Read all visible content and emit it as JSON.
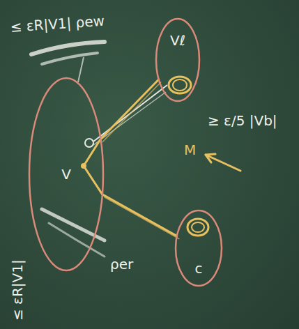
{
  "diagram": {
    "nodes": [
      {
        "text": [
          "V"
        ]
      },
      {
        "text": [
          "Vℓ"
        ]
      },
      {
        "text": [
          "c"
        ]
      }
    ],
    "edges": [
      {
        "from": 0,
        "to": 1,
        "arrow": "none"
      },
      {
        "from": 0,
        "to": 2,
        "arrow": "none"
      }
    ],
    "labels": [
      "≤ εR|V1| ρew",
      "≥ ε/5 |Vb|",
      "M",
      "≤ εR|V1|",
      "ρer"
    ]
  }
}
